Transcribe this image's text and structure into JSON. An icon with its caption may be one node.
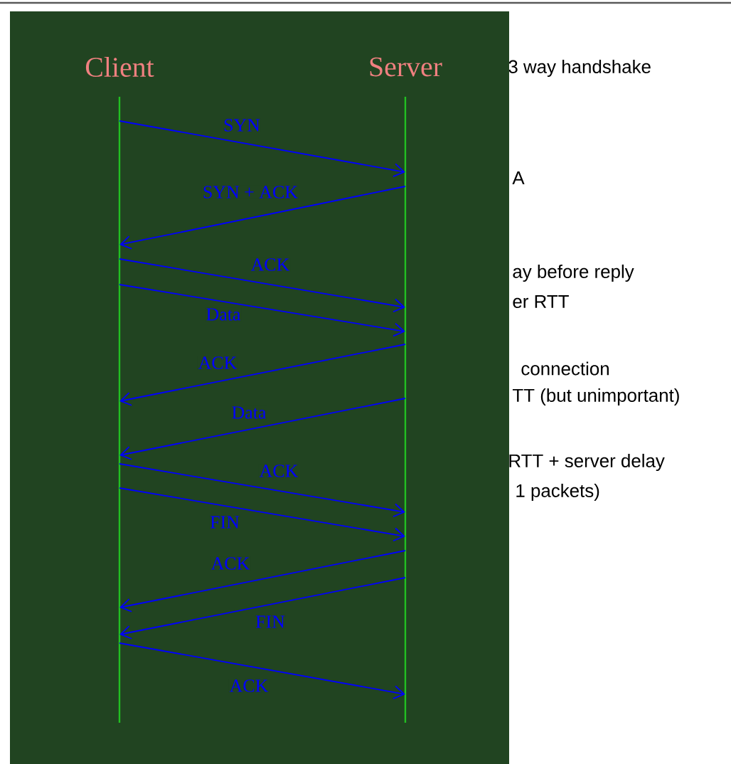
{
  "diagram": {
    "nodes": [
      {
        "text": [
          "Client"
        ]
      },
      {
        "text": [
          "Server"
        ]
      }
    ],
    "edges": [
      {
        "from": 0,
        "to": 1,
        "arrow": "to",
        "label": "SYN"
      },
      {
        "from": 1,
        "to": 0,
        "arrow": "to",
        "label": "SYN + ACK"
      },
      {
        "from": 0,
        "to": 1,
        "arrow": "to",
        "label": "ACK"
      },
      {
        "from": 0,
        "to": 1,
        "arrow": "to",
        "label": "Data"
      },
      {
        "from": 1,
        "to": 0,
        "arrow": "to",
        "label": "ACK"
      },
      {
        "from": 1,
        "to": 0,
        "arrow": "to",
        "label": "Data"
      },
      {
        "from": 0,
        "to": 1,
        "arrow": "to",
        "label": "ACK"
      },
      {
        "from": 0,
        "to": 1,
        "arrow": "to",
        "label": "FIN"
      },
      {
        "from": 1,
        "to": 0,
        "arrow": "to",
        "label": "ACK"
      },
      {
        "from": 1,
        "to": 0,
        "arrow": "to",
        "label": "FIN"
      },
      {
        "from": 0,
        "to": 1,
        "arrow": "to",
        "label": "ACK"
      }
    ],
    "labels": [
      "3 way handshake",
      "A",
      "ay before reply",
      "er RTT",
      "connection",
      "TT (but unimportant)",
      "RTT + server delay",
      "1 packets)"
    ]
  }
}
